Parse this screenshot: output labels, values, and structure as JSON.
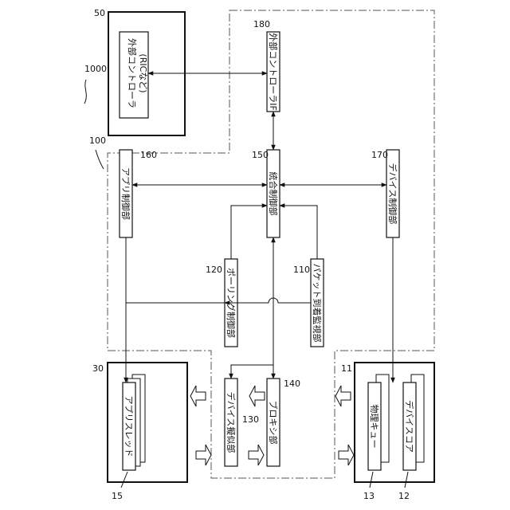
{
  "system": {
    "ref": "1000"
  },
  "external": {
    "ref": "50",
    "controller_label": "外部コントローラ",
    "controller_sub": "(RICなど)"
  },
  "device_100": {
    "ref": "100"
  },
  "modules": [
    {
      "key": "ext_if",
      "ref": "180",
      "label": "外部コントローラIF"
    },
    {
      "key": "app",
      "ref": "160",
      "label": "アプリ制御部"
    },
    {
      "key": "integ",
      "ref": "150",
      "label": "統合制御部"
    },
    {
      "key": "devctl",
      "ref": "170",
      "label": "デバイス制御部"
    },
    {
      "key": "polling",
      "ref": "120",
      "label": "ポーリング制御部"
    },
    {
      "key": "packet",
      "ref": "110",
      "label": "パケット到着監視部"
    },
    {
      "key": "emul",
      "ref": "130",
      "label": "デバイス擬似部"
    },
    {
      "key": "block",
      "ref": "140",
      "label": "ブロキシ部"
    }
  ],
  "app_area": {
    "ref": "30",
    "thread_label": "アプリスレッド",
    "thread_ref": "15"
  },
  "device_11": {
    "ref": "11",
    "queue_label": "物理キュー",
    "queue_ref": "13",
    "core_label": "デバイスコア",
    "core_ref": "12"
  }
}
